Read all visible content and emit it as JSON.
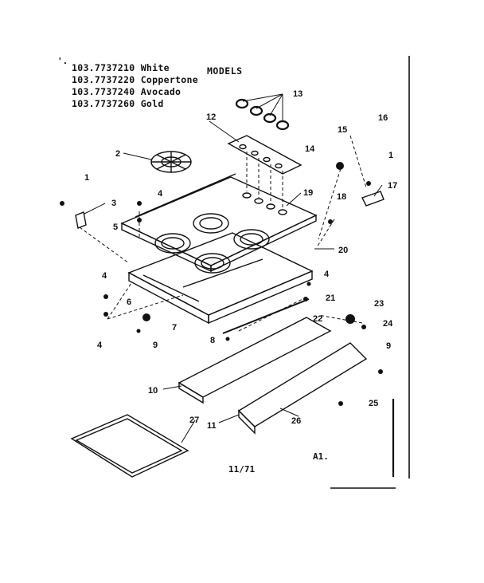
{
  "header": {
    "tick_mark": "'.",
    "models_label": "MODELS",
    "models": [
      {
        "number": "103.7737210",
        "color": "White"
      },
      {
        "number": "103.7737220",
        "color": "Coppertone"
      },
      {
        "number": "103.7737240",
        "color": "Avocado"
      },
      {
        "number": "103.7737260",
        "color": "Gold"
      }
    ]
  },
  "callouts": [
    "1",
    "2",
    "3",
    "4",
    "5",
    "4",
    "6",
    "7",
    "9",
    "4",
    "8",
    "10",
    "11",
    "27",
    "12",
    "13",
    "14",
    "15",
    "16",
    "1",
    "17",
    "18",
    "19",
    "20",
    "4",
    "21",
    "22",
    "23",
    "24",
    "9",
    "25",
    "26"
  ],
  "footer": {
    "date_code": "11/71",
    "sheet_code": "A1."
  }
}
